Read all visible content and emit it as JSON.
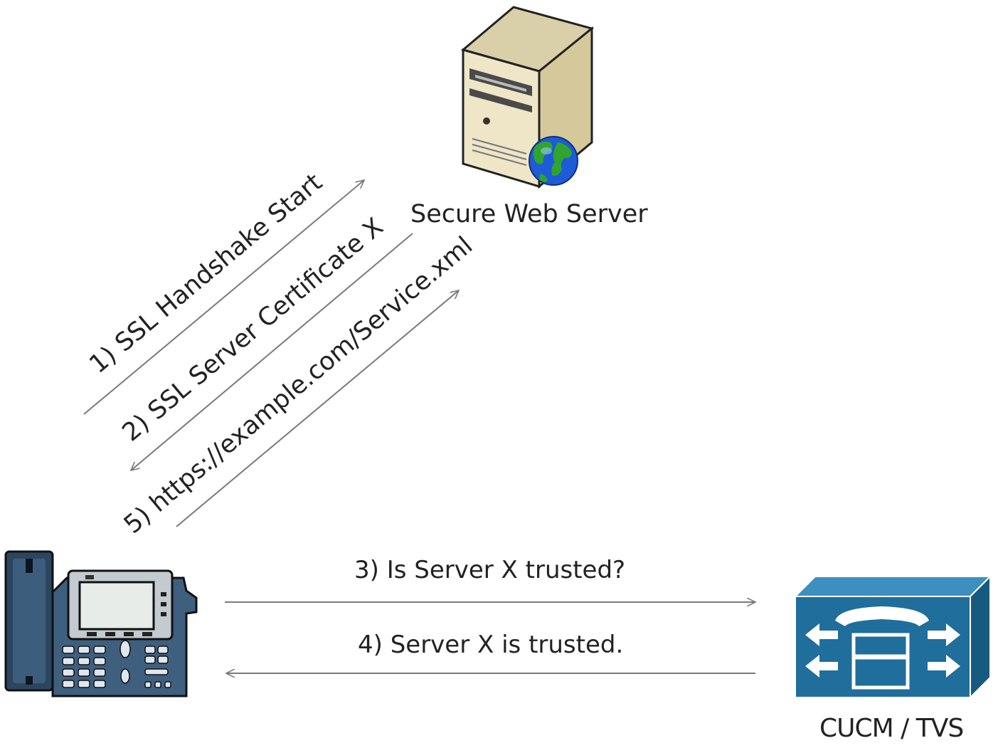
{
  "diagram": {
    "nodes": {
      "web_server": {
        "label": "Secure Web Server",
        "icon": "server-globe-icon"
      },
      "phone": {
        "label": "",
        "icon": "ip-phone-icon"
      },
      "cucm": {
        "label": "CUCM / TVS",
        "icon": "call-manager-icon"
      }
    },
    "edges": [
      {
        "id": "step1",
        "from": "phone",
        "to": "web_server",
        "label": "1) SSL Handshake Start"
      },
      {
        "id": "step2",
        "from": "web_server",
        "to": "phone",
        "label": "2) SSL Server Certificate X"
      },
      {
        "id": "step3",
        "from": "phone",
        "to": "cucm",
        "label": "3) Is Server X trusted?"
      },
      {
        "id": "step4",
        "from": "cucm",
        "to": "phone",
        "label": "4) Server X is trusted."
      },
      {
        "id": "step5",
        "from": "phone",
        "to": "web_server",
        "label": "5) https://example.com/Service.xml"
      }
    ],
    "colors": {
      "arrow": "#7a7a7a",
      "server_body": "#efe6c8",
      "globe_ocean": "#1e5bd6",
      "globe_land": "#2fa52f",
      "cucm_blue": "#1f6e9c",
      "phone_dark": "#2c4660"
    }
  }
}
